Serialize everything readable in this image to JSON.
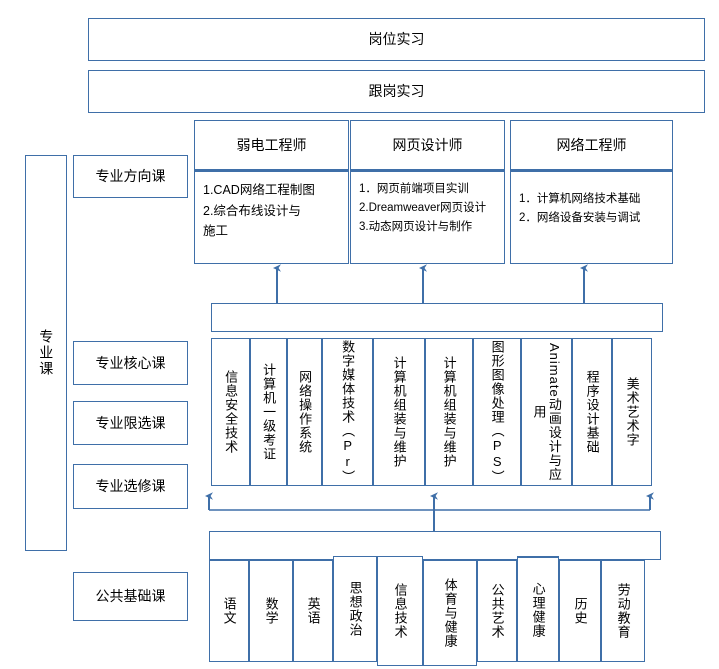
{
  "diagram": {
    "title_top_boxes": [
      {
        "label": "岗位实习"
      },
      {
        "label": "跟岗实习"
      }
    ],
    "professions": [
      {
        "title": "弱电工程师",
        "courses": [
          "1.CAD网络工程制图",
          "2.综合布线设计与",
          "施工"
        ]
      },
      {
        "title": "网页设计师",
        "courses": [
          "1．网页前端项目实训",
          "2.Dreamweaver网页设计",
          "3.动态网页设计与制作"
        ]
      },
      {
        "title": "网络工程师",
        "courses": [
          "1．计算机网络技术基础",
          "2．网络设备安装与调试"
        ]
      }
    ],
    "left_labels": [
      {
        "label": "专业方向课"
      },
      {
        "label": "专业核心课"
      },
      {
        "label": "专业限选课"
      },
      {
        "label": "专业选修课"
      },
      {
        "label": "公共基础课"
      }
    ],
    "bracket_label": "专业课",
    "middle_bar_label": "",
    "core_courses": [
      "信息安全技术",
      "计算机一级考证",
      "网络操作系统",
      "数字媒体技术（Pr）",
      "计算机组装与维护",
      "计算机组装与维护",
      "图形图像处理（PS）",
      "Animate动画设计与应用",
      "程序设计基础",
      "美术艺术字"
    ],
    "public_courses": [
      "语文",
      "数学",
      "英语",
      "思想政治",
      "信息技术",
      "体育与健康",
      "公共艺术",
      "心理健康",
      "历史",
      "劳动教育"
    ],
    "colors": {
      "line": "#3F6FA8",
      "text": "#000000",
      "background": "#FFFFFF"
    }
  }
}
